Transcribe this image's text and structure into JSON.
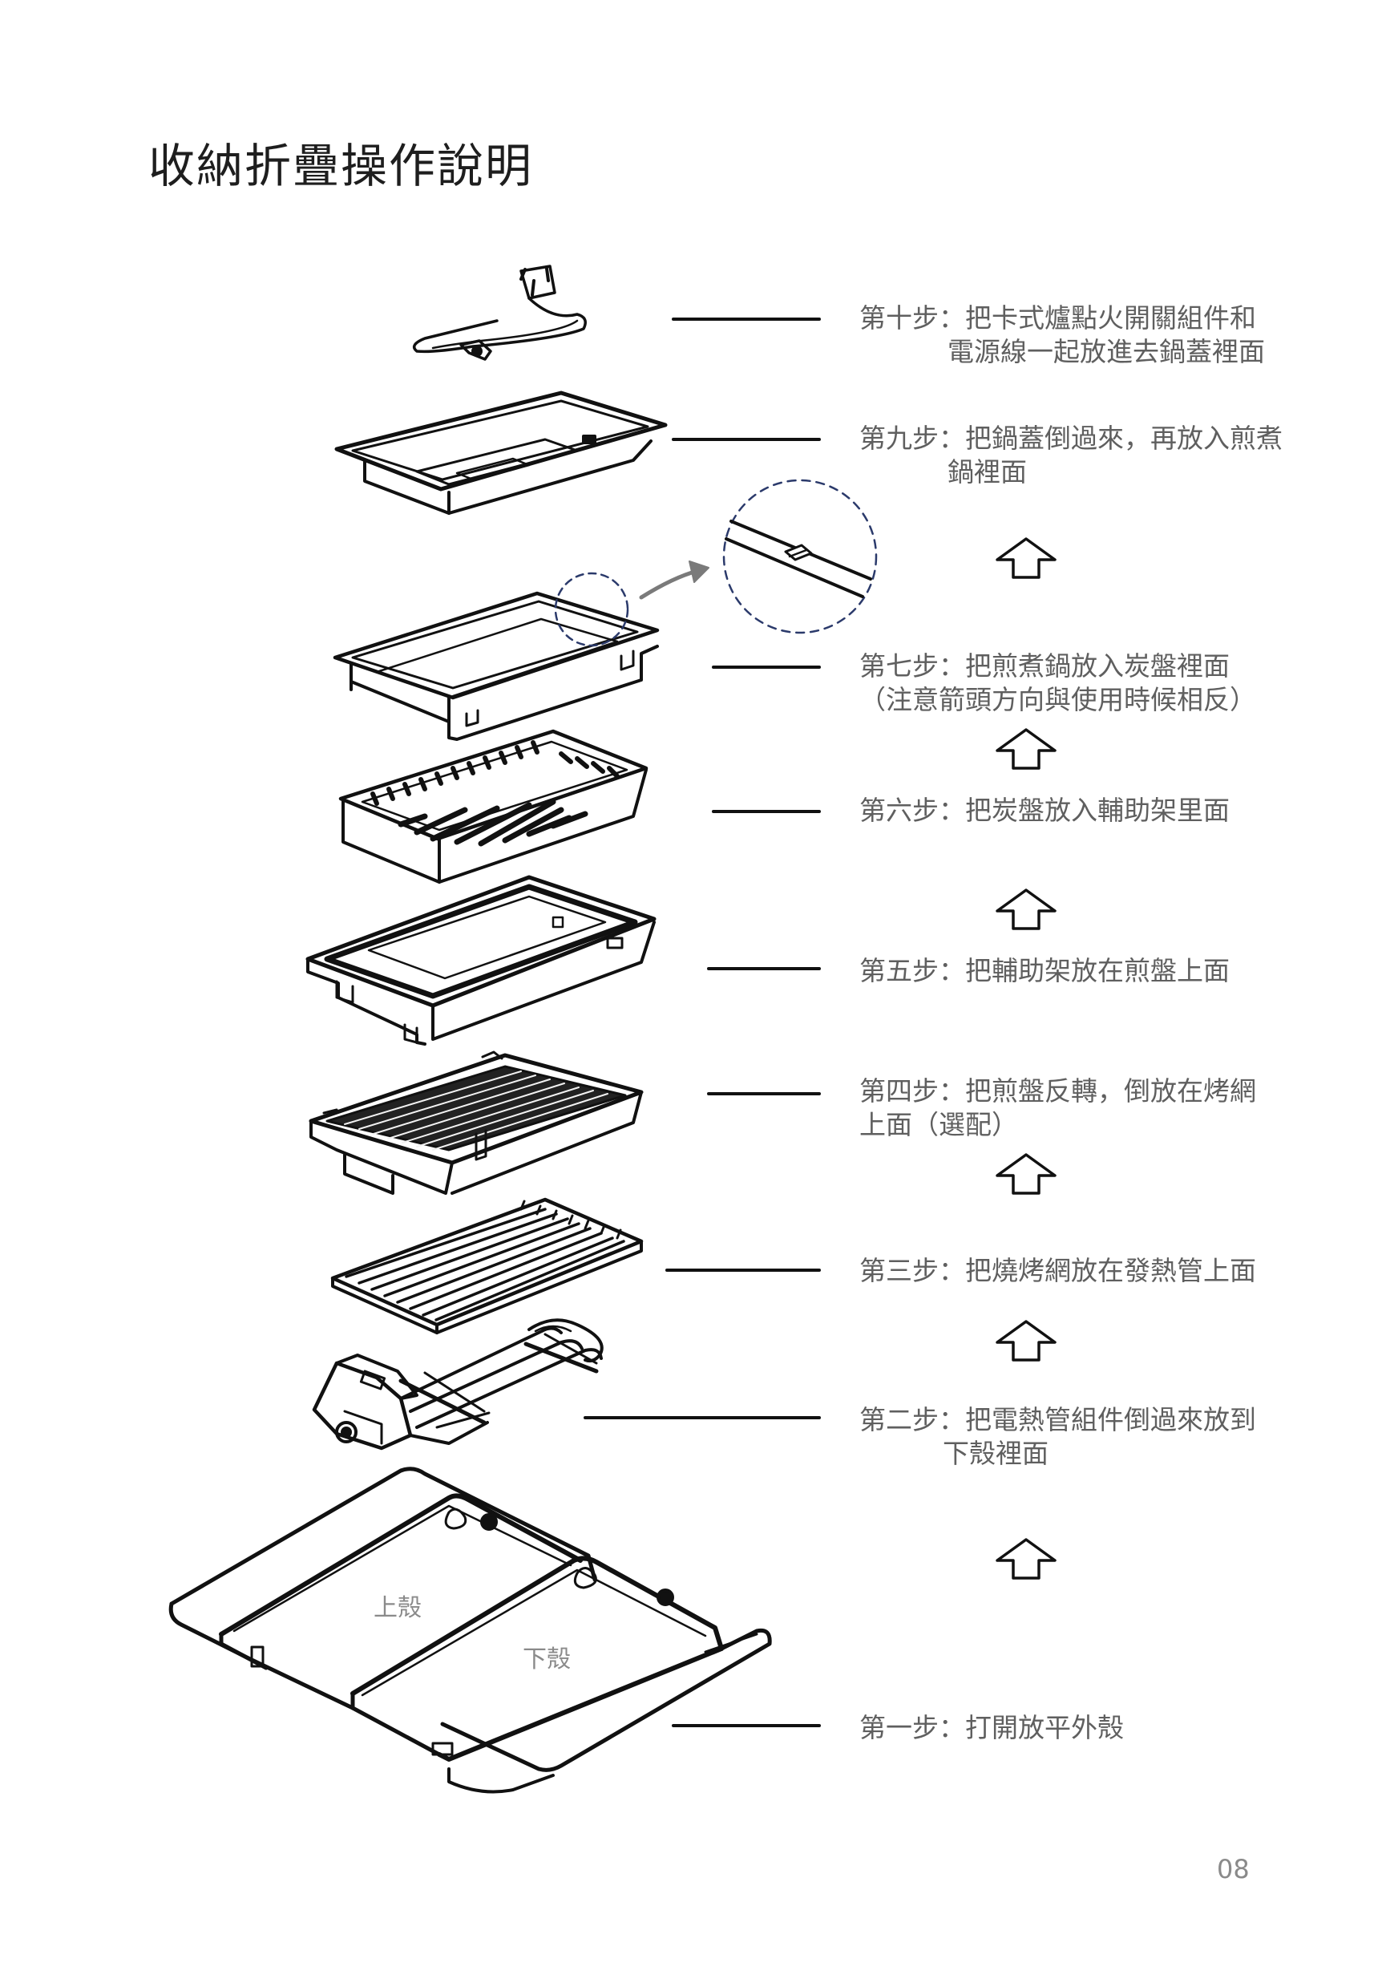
{
  "page": {
    "title": "收納折疊操作說明",
    "page_number": "08"
  },
  "steps": {
    "step10": {
      "line1": "第十步：把卡式爐點火開關組件和",
      "line2": "電源線一起放進去鍋蓋裡面"
    },
    "step9": {
      "line1": "第九步：把鍋蓋倒過來，再放入煎煮",
      "line2": "鍋裡面"
    },
    "step7": {
      "line1": "第七步：把煎煮鍋放入炭盤裡面",
      "line2": "（注意箭頭方向與使用時候相反）"
    },
    "step6": {
      "line1": "第六步：把炭盤放入輔助架里面"
    },
    "step5": {
      "line1": "第五步：把輔助架放在煎盤上面"
    },
    "step4": {
      "line1": "第四步：把煎盤反轉，倒放在烤網",
      "line2": "上面（選配）"
    },
    "step3": {
      "line1": "第三步：把燒烤網放在發熱管上面"
    },
    "step2": {
      "line1": "第二步：把電熱管組件倒過來放到",
      "line2": "下殼裡面"
    },
    "step1": {
      "line1": "第一步：打開放平外殼"
    }
  },
  "labels": {
    "upper_shell": "上殼",
    "lower_shell": "下殼"
  },
  "colors": {
    "line": "#111111",
    "text": "#5f5f5f",
    "dashed_circle": "#2b3a6b",
    "arrow_gray": "#7a7a7a"
  },
  "icons": {
    "up_arrow": "hollow-up-arrow-icon"
  }
}
